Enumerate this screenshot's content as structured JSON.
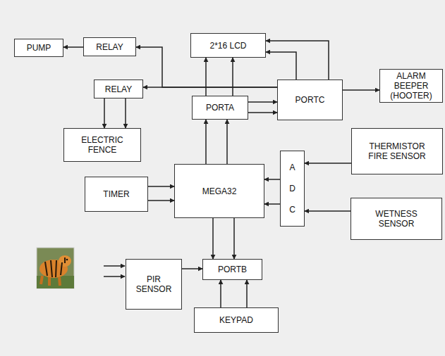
{
  "diagram": {
    "nodes": [
      {
        "text": [
          "PUMP"
        ]
      },
      {
        "text": [
          "RELAY"
        ]
      },
      {
        "text": [
          "2*16 LCD"
        ]
      },
      {
        "text": [
          "ALARM BEEPER (HOOTER)"
        ]
      },
      {
        "text": [
          "RELAY"
        ]
      },
      {
        "text": [
          "PORTA"
        ]
      },
      {
        "text": [
          "PORTC"
        ]
      },
      {
        "text": [
          "ELECTRIC FENCE"
        ]
      },
      {
        "text": [
          "THERMISTOR FIRE SENSOR"
        ]
      },
      {
        "text": [
          "TIMER"
        ]
      },
      {
        "text": [
          "MEGA32"
        ]
      },
      {
        "text": [
          "A D C"
        ]
      },
      {
        "text": [
          "WETNESS SENSOR"
        ]
      },
      {
        "text": [
          "PIR SENSOR"
        ]
      },
      {
        "text": [
          "PORTB"
        ]
      },
      {
        "text": [
          "KEYPAD"
        ]
      }
    ],
    "edges": [
      {
        "from": 1,
        "to": 0,
        "arrow": "to"
      },
      {
        "from": 6,
        "to": 4,
        "arrow": "to"
      },
      {
        "from": 6,
        "to": 1,
        "arrow": "to"
      },
      {
        "from": 4,
        "to": 7,
        "arrow": "to"
      },
      {
        "from": 4,
        "to": 7,
        "arrow": "to"
      },
      {
        "from": 5,
        "to": 2,
        "arrow": "to"
      },
      {
        "from": 5,
        "to": 2,
        "arrow": "to"
      },
      {
        "from": 5,
        "to": 6,
        "arrow": "to"
      },
      {
        "from": 5,
        "to": 6,
        "arrow": "to"
      },
      {
        "from": 6,
        "to": 2,
        "arrow": "to"
      },
      {
        "from": 6,
        "to": 2,
        "arrow": "to"
      },
      {
        "from": 6,
        "to": 3,
        "arrow": "to"
      },
      {
        "from": 10,
        "to": 5,
        "arrow": "to"
      },
      {
        "from": 10,
        "to": 5,
        "arrow": "to"
      },
      {
        "from": 9,
        "to": 10,
        "arrow": "to"
      },
      {
        "from": 9,
        "to": 10,
        "arrow": "to"
      },
      {
        "from": 11,
        "to": 10,
        "arrow": "to"
      },
      {
        "from": 11,
        "to": 10,
        "arrow": "to"
      },
      {
        "from": 8,
        "to": 11,
        "arrow": "to"
      },
      {
        "from": 12,
        "to": 11,
        "arrow": "to"
      },
      {
        "from": 10,
        "to": 14,
        "arrow": "to"
      },
      {
        "from": 10,
        "to": 14,
        "arrow": "to"
      },
      {
        "from": 15,
        "to": 14,
        "arrow": "to"
      },
      {
        "from": 15,
        "to": 14,
        "arrow": "to"
      },
      {
        "from": 13,
        "to": 14,
        "arrow": "to"
      }
    ]
  }
}
